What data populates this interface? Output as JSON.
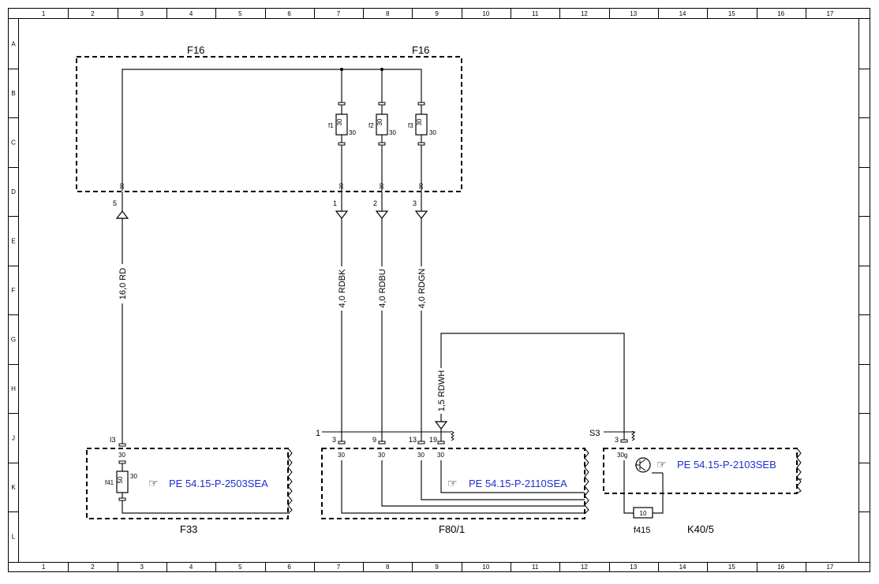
{
  "grid": {
    "columns": [
      "1",
      "2",
      "3",
      "4",
      "5",
      "6",
      "7",
      "8",
      "9",
      "10",
      "11",
      "12",
      "13",
      "14",
      "15",
      "16",
      "17"
    ],
    "rows": [
      "A",
      "B",
      "C",
      "D",
      "E",
      "F",
      "G",
      "H",
      "J",
      "K",
      "L"
    ]
  },
  "components": {
    "f16_left": "F16",
    "f16_right": "F16",
    "f33": "F33",
    "f80_1": "F80/1",
    "k40_5": "K40/5",
    "f415": "f415",
    "s3": "S3",
    "i3": "I3",
    "pin_one": "1"
  },
  "fuses": {
    "f1": {
      "name": "f1",
      "rating": "30",
      "terminal": "30"
    },
    "f2": {
      "name": "f2",
      "rating": "30",
      "terminal": "30"
    },
    "f3": {
      "name": "f3",
      "rating": "30",
      "terminal": "30"
    },
    "f41": {
      "name": "f41",
      "rating": "50",
      "terminal": "30"
    },
    "f415": {
      "rating": "10"
    }
  },
  "terminals": {
    "t30": "30",
    "t30g": "30g",
    "f16_pins": [
      "5",
      "1",
      "2",
      "3"
    ],
    "f80_pins": [
      "3",
      "9",
      "13",
      "19"
    ],
    "k40_pin": "3"
  },
  "wires": {
    "w1": "16,0 RD",
    "w2": "4,0 RDBK",
    "w3": "4,0 RDBU",
    "w4": "4,0 RDGN",
    "w5": "1,5 RDWH"
  },
  "links": {
    "f33": "PE 54.15-P-2503SEA",
    "f80": "PE 54.15-P-2110SEA",
    "k40": "PE 54.15-P-2103SEB"
  },
  "icons": {
    "pointer": "☞"
  }
}
